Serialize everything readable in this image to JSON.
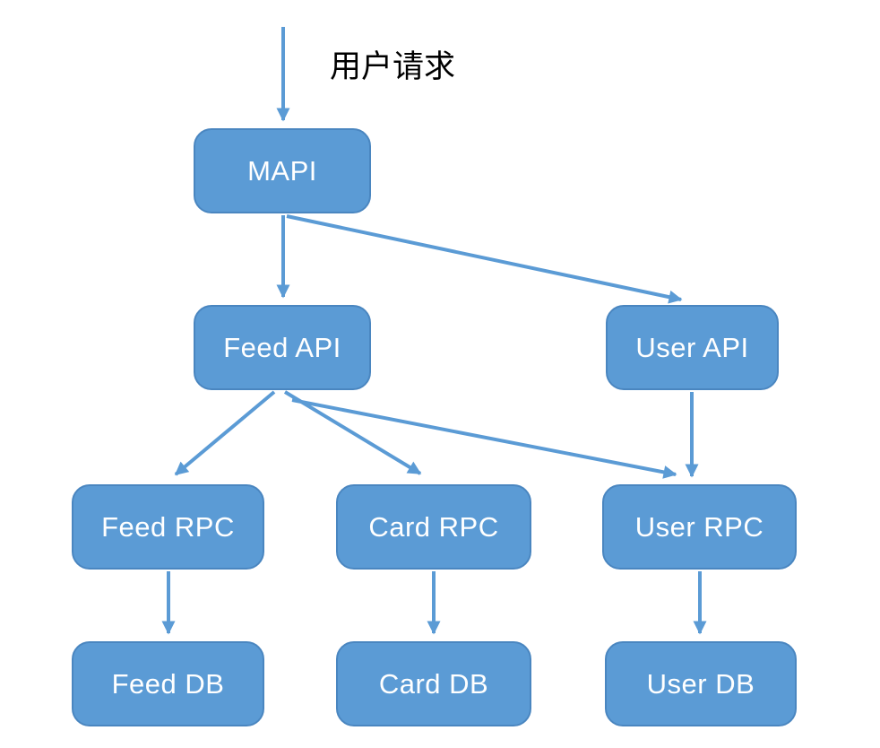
{
  "diagram": {
    "annotation": "用户请求",
    "nodes": {
      "mapi": {
        "label": "MAPI"
      },
      "feed_api": {
        "label": "Feed API"
      },
      "user_api": {
        "label": "User API"
      },
      "feed_rpc": {
        "label": "Feed RPC"
      },
      "card_rpc": {
        "label": "Card RPC"
      },
      "user_rpc": {
        "label": "User RPC"
      },
      "feed_db": {
        "label": "Feed DB"
      },
      "card_db": {
        "label": "Card DB"
      },
      "user_db": {
        "label": "User DB"
      }
    },
    "edges": [
      {
        "from": "user_request",
        "to": "mapi"
      },
      {
        "from": "mapi",
        "to": "feed_api"
      },
      {
        "from": "mapi",
        "to": "user_api"
      },
      {
        "from": "feed_api",
        "to": "feed_rpc"
      },
      {
        "from": "feed_api",
        "to": "card_rpc"
      },
      {
        "from": "feed_api",
        "to": "user_rpc"
      },
      {
        "from": "user_api",
        "to": "user_rpc"
      },
      {
        "from": "feed_rpc",
        "to": "feed_db"
      },
      {
        "from": "card_rpc",
        "to": "card_db"
      },
      {
        "from": "user_rpc",
        "to": "user_db"
      }
    ],
    "colors": {
      "node_fill": "#5B9BD5",
      "node_border": "#4A86C0",
      "node_text": "#FFFFFF",
      "arrow": "#5B9BD5",
      "annotation_text": "#000000",
      "background": "#FFFFFF"
    }
  }
}
